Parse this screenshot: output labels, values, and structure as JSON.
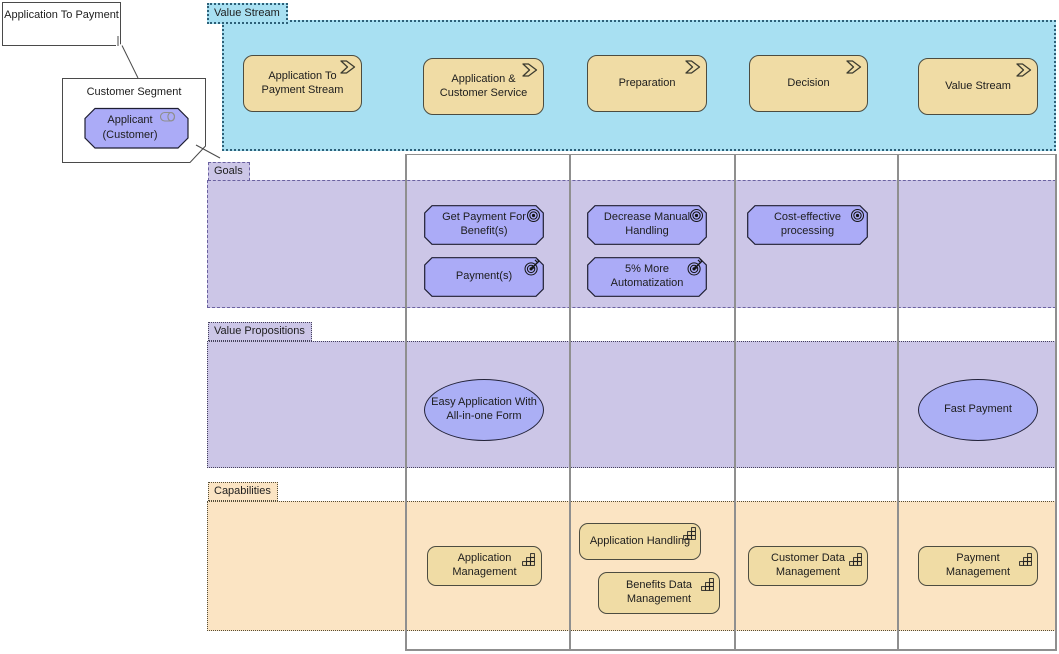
{
  "annotation": {
    "note_label": "Application To Payment",
    "segment": {
      "title": "Customer Segment",
      "actor": {
        "label": "Applicant (Customer)",
        "icon": "role-cylinder-icon"
      }
    }
  },
  "lanes": {
    "value_stream": {
      "label": "Value Stream",
      "item_icon": "chevron-icon",
      "items": [
        {
          "label": "Application To Payment Stream"
        },
        {
          "label": "Application & Customer Service"
        },
        {
          "label": "Preparation"
        },
        {
          "label": "Decision"
        },
        {
          "label": "Value Stream"
        }
      ]
    },
    "goals": {
      "label": "Goals",
      "items": [
        {
          "label": "Get Payment For Benefit(s)",
          "type": "goal",
          "icon": "bullseye-icon"
        },
        {
          "label": "Payment(s)",
          "type": "outcome",
          "icon": "bullseye-arrow-icon"
        },
        {
          "label": "Decrease Manual Handling",
          "type": "goal",
          "icon": "bullseye-icon"
        },
        {
          "label": "5% More Automatization",
          "type": "outcome",
          "icon": "bullseye-arrow-icon"
        },
        {
          "label": "Cost-effective processing",
          "type": "goal",
          "icon": "bullseye-icon"
        }
      ]
    },
    "value_propositions": {
      "label": "Value Propositions",
      "items": [
        {
          "label": "Easy Application With All-in-one Form"
        },
        {
          "label": "Fast Payment"
        }
      ]
    },
    "capabilities": {
      "label": "Capabilities",
      "item_icon": "stacked-blocks-icon",
      "items": [
        {
          "label": "Application Management"
        },
        {
          "label": "Application Handling"
        },
        {
          "label": "Benefits Data Management"
        },
        {
          "label": "Customer Data Management"
        },
        {
          "label": "Payment Management"
        }
      ]
    }
  },
  "colors": {
    "value_stream_lane": "#A8E0F2",
    "goals_lane": "#CCC6E7",
    "value_propositions_lane": "#CCC6E7",
    "capabilities_lane": "#FBE4C3",
    "stream_and_capability_fill": "#F0DCA5",
    "goal_and_actor_fill": "#ABABF7",
    "grid_line": "#8F8F8F"
  }
}
